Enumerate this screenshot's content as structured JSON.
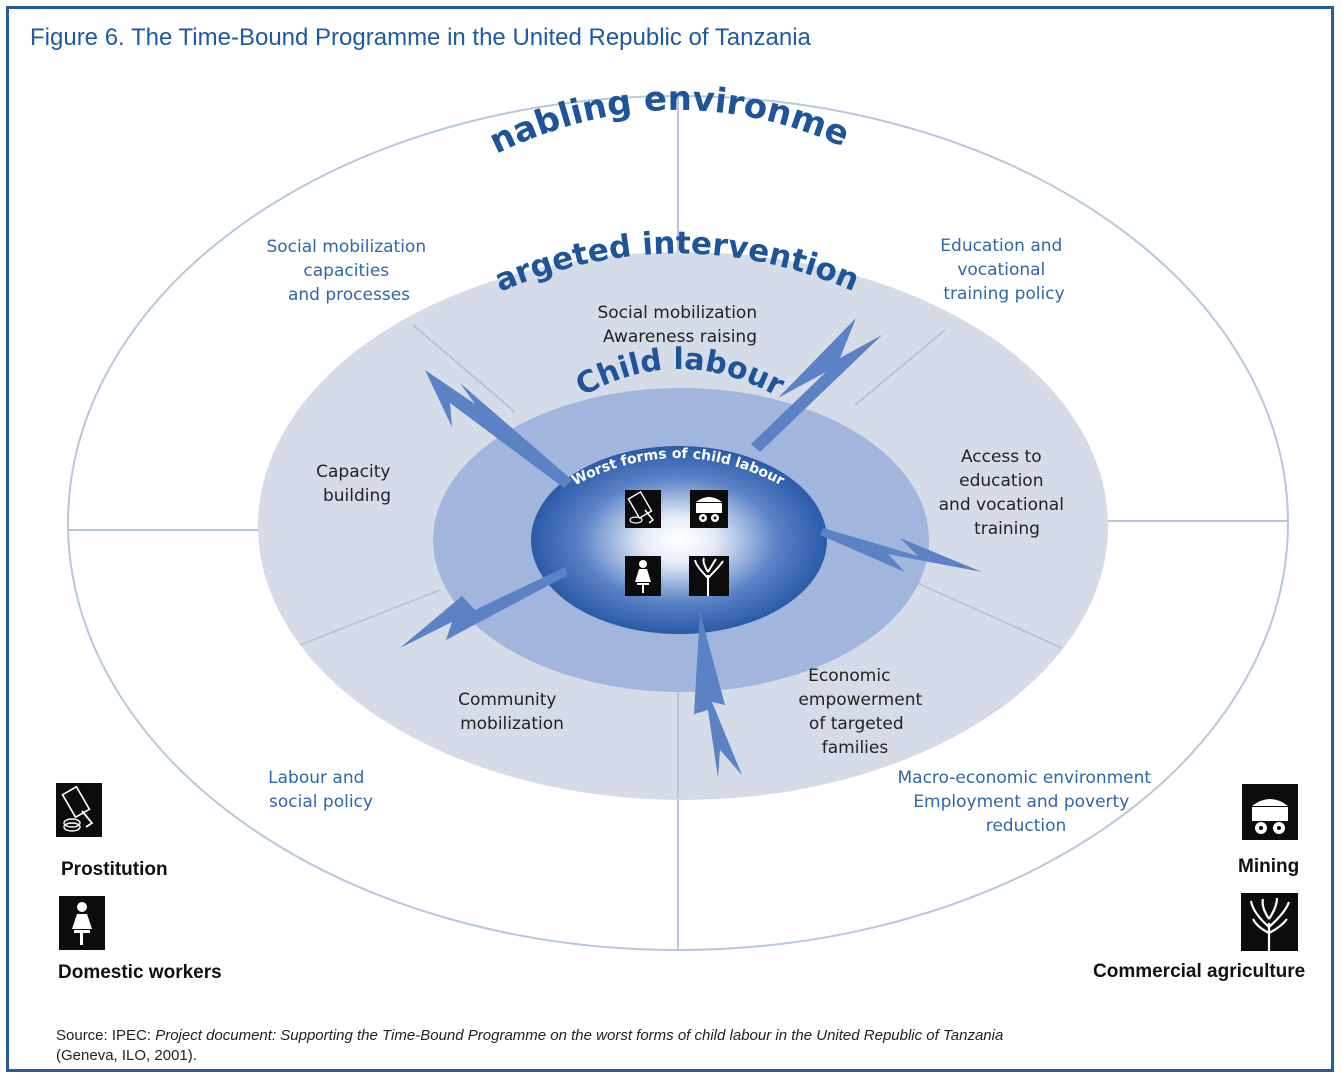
{
  "figure": {
    "title": "Figure 6. The Time-Bound Programme in the United Republic of Tanzania"
  },
  "rings": {
    "outer": "Enabling environment",
    "middle": "Targeted interventions",
    "inner": "Child labour",
    "core": "Worst forms of child labour"
  },
  "outer_labels": {
    "social_mobilization": [
      "Social mobilization",
      "capacities",
      "and processes"
    ],
    "education_policy": [
      "Education and",
      "vocational",
      "training policy"
    ],
    "labour_policy": [
      "Labour and",
      "social policy"
    ],
    "macro_economic": [
      "Macro-economic environment",
      "Employment and poverty",
      "reduction"
    ]
  },
  "middle_labels": {
    "social_awareness": [
      "Social mobilization",
      "Awareness raising"
    ],
    "capacity_building": [
      "Capacity",
      "building"
    ],
    "access_education": [
      "Access to",
      "education",
      "and vocational",
      "training"
    ],
    "community": [
      "Community",
      "mobilization"
    ],
    "economic": [
      "Economic",
      "empowerment",
      "of targeted",
      "families"
    ]
  },
  "legend": {
    "prostitution": "Prostitution",
    "domestic": "Domestic workers",
    "mining": "Mining",
    "agriculture": "Commercial agriculture"
  },
  "icons": [
    "prostitution-icon",
    "mining-icon",
    "domestic-workers-icon",
    "agriculture-icon"
  ],
  "colors": {
    "border": "#2a5a96",
    "outer_ring_line": "#b9c7dc",
    "middle_fill": "#d5dce8",
    "inner_fill": "#a2b5dc",
    "core_fill": "#1f54a3",
    "arrow_fill": "#5a82c4"
  },
  "source": {
    "prefix": "Source: IPEC: ",
    "title": "Project document: Supporting the Time-Bound Programme on the worst forms of child labour in the United Republic of Tanzania",
    "suffix": "(Geneva, ILO, 2001)."
  }
}
